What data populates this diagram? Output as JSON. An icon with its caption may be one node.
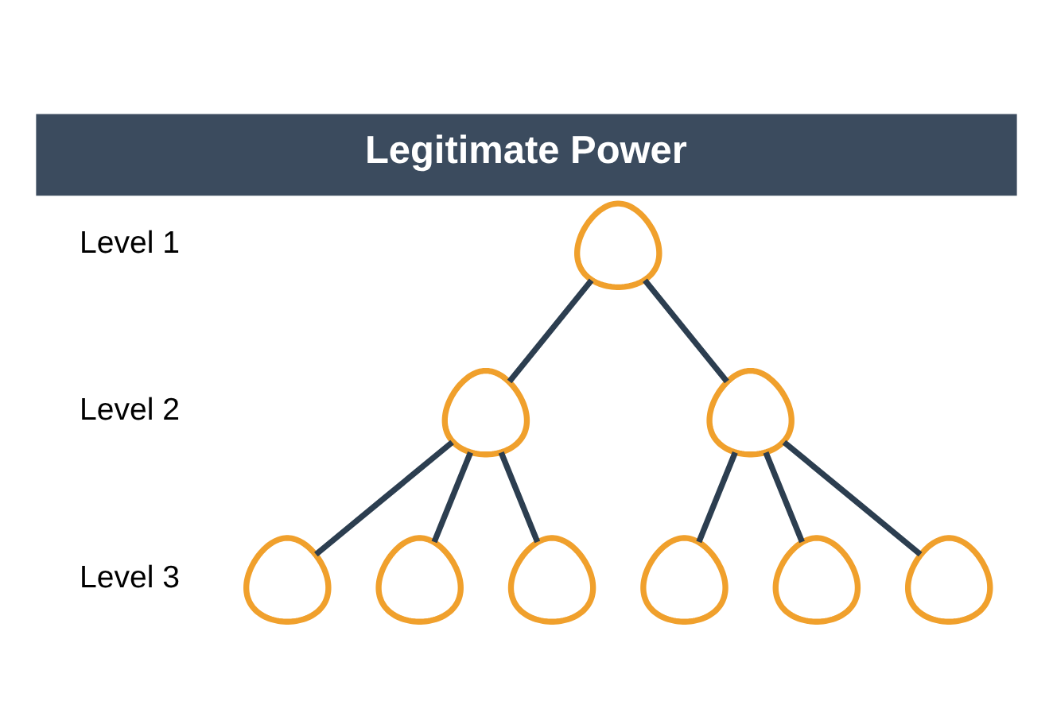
{
  "diagram": {
    "title": "Legitimate Power",
    "nodes": [
      {
        "text": [],
        "shape": "person"
      },
      {
        "text": [],
        "shape": "person"
      },
      {
        "text": [],
        "shape": "person"
      },
      {
        "text": [],
        "shape": "person"
      },
      {
        "text": [],
        "shape": "person"
      },
      {
        "text": [],
        "shape": "person"
      },
      {
        "text": [],
        "shape": "person"
      },
      {
        "text": [],
        "shape": "person"
      },
      {
        "text": [],
        "shape": "person"
      }
    ],
    "edges": [
      {
        "from": 0,
        "to": 1,
        "arrow": "none"
      },
      {
        "from": 0,
        "to": 2,
        "arrow": "none"
      },
      {
        "from": 1,
        "to": 3,
        "arrow": "none"
      },
      {
        "from": 1,
        "to": 4,
        "arrow": "none"
      },
      {
        "from": 1,
        "to": 5,
        "arrow": "none"
      },
      {
        "from": 2,
        "to": 6,
        "arrow": "none"
      },
      {
        "from": 2,
        "to": 7,
        "arrow": "none"
      },
      {
        "from": 2,
        "to": 8,
        "arrow": "none"
      }
    ],
    "labels": [
      "Level 1",
      "Level 2",
      "Level 3"
    ]
  }
}
